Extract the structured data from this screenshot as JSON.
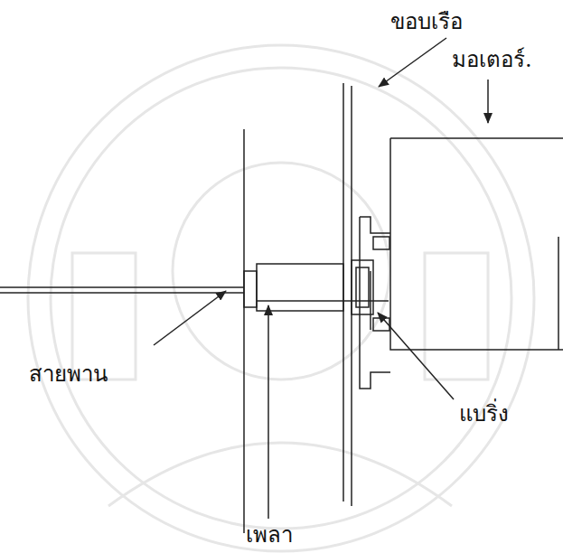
{
  "diagram": {
    "labels": [
      "ขอบเรือ",
      "มอเตอร์.",
      "สายพาน",
      "เพลา",
      "แบริ่ง"
    ]
  }
}
